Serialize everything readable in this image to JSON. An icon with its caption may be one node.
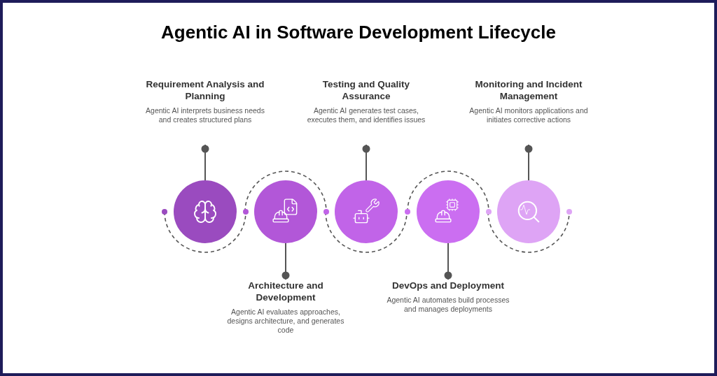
{
  "diagram": {
    "title": "Agentic AI in Software Development Lifecycle",
    "nodes": [
      {
        "text": [
          "Requirement Analysis and Planning",
          "Agentic AI interprets business needs and creates structured plans"
        ]
      },
      {
        "text": [],
        "shape": "circle"
      },
      {
        "text": [],
        "shape": "circle"
      },
      {
        "text": [
          "Architecture and Development",
          "Agentic AI evaluates approaches, designs architecture, and generates code"
        ]
      },
      {
        "text": [
          "Testing and Quality Assurance",
          "Agentic AI generates test cases, executes them, and identifies issues"
        ]
      },
      {
        "text": [],
        "shape": "circle"
      },
      {
        "text": [],
        "shape": "circle"
      },
      {
        "text": [
          "DevOps and Deployment",
          "Agentic AI automates build processes and manages deployments"
        ]
      },
      {
        "text": [
          "Monitoring and Incident Management",
          "Agentic AI monitors applications and initiates corrective actions"
        ]
      },
      {
        "text": [],
        "shape": "circle"
      }
    ],
    "edges": [
      {
        "from": 0,
        "to": 1,
        "arrow": "other"
      },
      {
        "from": 3,
        "to": 2,
        "arrow": "other"
      },
      {
        "from": 4,
        "to": 5,
        "arrow": "other"
      },
      {
        "from": 7,
        "to": 6,
        "arrow": "other"
      },
      {
        "from": 8,
        "to": 9,
        "arrow": "other"
      }
    ]
  }
}
